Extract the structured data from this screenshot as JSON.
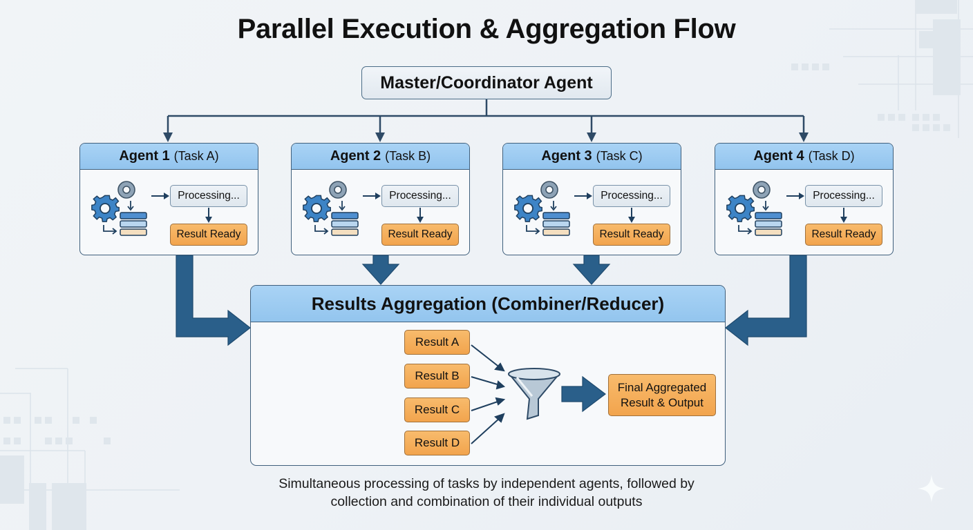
{
  "title": "Parallel Execution & Aggregation Flow",
  "master": {
    "label": "Master/Coordinator Agent"
  },
  "agents": [
    {
      "name": "Agent 1",
      "task": "(Task A)",
      "status": "Processing...",
      "result": "Result Ready"
    },
    {
      "name": "Agent 2",
      "task": "(Task B)",
      "status": "Processing...",
      "result": "Result Ready"
    },
    {
      "name": "Agent 3",
      "task": "(Task C)",
      "status": "Processing...",
      "result": "Result Ready"
    },
    {
      "name": "Agent 4",
      "task": "(Task D)",
      "status": "Processing...",
      "result": "Result Ready"
    }
  ],
  "aggregation": {
    "title": "Results Aggregation (Combiner/Reducer)",
    "results": [
      "Result A",
      "Result B",
      "Result C",
      "Result D"
    ],
    "final_line1": "Final Aggregated",
    "final_line2": "Result & Output"
  },
  "caption": {
    "line1": "Simultaneous processing of tasks by independent agents, followed by",
    "line2": "collection and combination of their individual outputs"
  },
  "icons": {
    "agent_process": [
      "gear-icon",
      "server-stack-icon"
    ],
    "aggregation": "funnel-icon",
    "decor": "sparkle-icon"
  },
  "colors": {
    "header_blue": "#9ccbf2",
    "result_orange": "#f4ad58",
    "arrow_navy": "#2a5f8a",
    "connector": "#2e4a66"
  }
}
